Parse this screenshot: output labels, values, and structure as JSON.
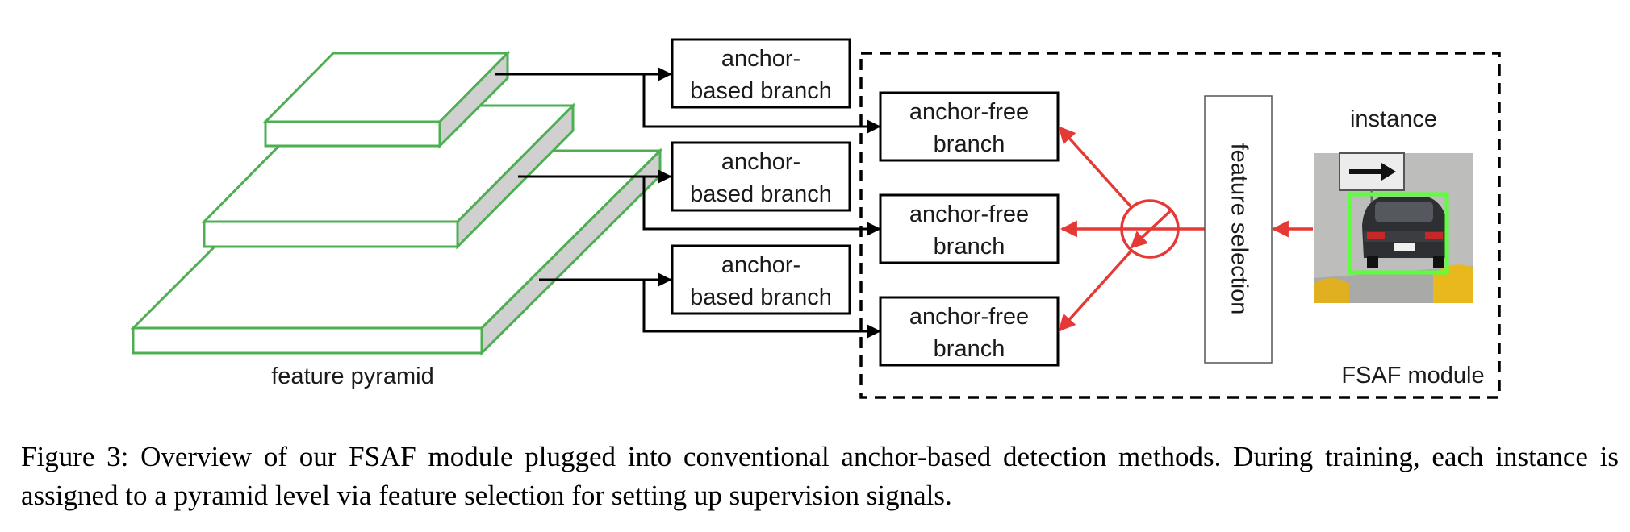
{
  "figure": {
    "pyramid_label": "feature pyramid",
    "anchor_based_branches": [
      {
        "line1": "anchor-",
        "line2": "based branch"
      },
      {
        "line1": "anchor-",
        "line2": "based branch"
      },
      {
        "line1": "anchor-",
        "line2": "based branch"
      }
    ],
    "anchor_free_branches": [
      {
        "line1": "anchor-free",
        "line2": "branch"
      },
      {
        "line1": "anchor-free",
        "line2": "branch"
      },
      {
        "line1": "anchor-free",
        "line2": "branch"
      }
    ],
    "feature_selection_label": "feature selection",
    "instance_label": "instance",
    "module_label": "FSAF module",
    "colors": {
      "pyramid_stroke": "#4caf50",
      "pyramid_side": "#d0d0d0",
      "selection_arrows": "#e53935",
      "instance_box": "#5dff3b"
    }
  },
  "caption": "Figure 3: Overview of our FSAF module plugged into conventional anchor-based detection methods. During training, each instance is assigned to a pyramid level via feature selection for setting up supervision signals."
}
